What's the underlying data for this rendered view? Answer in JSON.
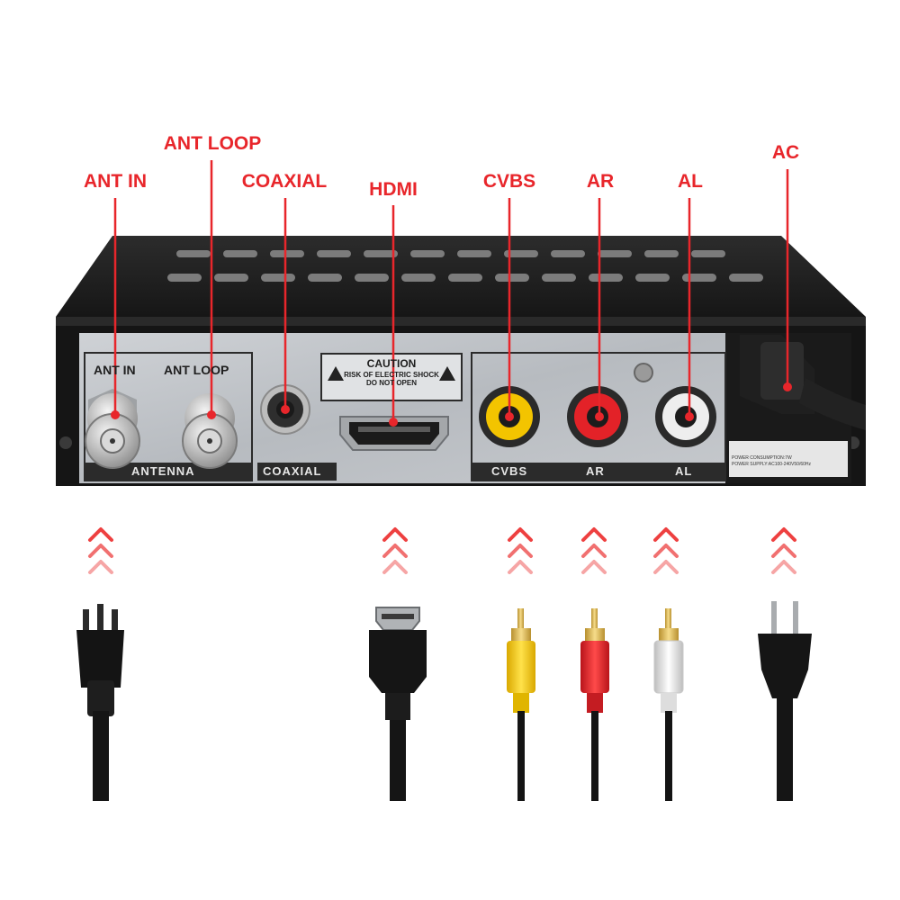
{
  "callouts": {
    "ant_in": "ANT IN",
    "ant_loop": "ANT LOOP",
    "coaxial": "COAXIAL",
    "hdmi": "HDMI",
    "cvbs": "CVBS",
    "ar": "AR",
    "al": "AL",
    "ac": "AC"
  },
  "panel": {
    "ant_in": "ANT IN",
    "ant_loop": "ANT LOOP",
    "antenna": "ANTENNA",
    "coaxial": "COAXIAL",
    "caution_title": "CAUTION",
    "caution_line1": "RISK OF ELECTRIC SHOCK",
    "caution_line2": "DO NOT OPEN",
    "cvbs": "CVBS",
    "ar": "AR",
    "al": "AL",
    "power_line1": "POWER CONSUMPTION:7W",
    "power_line2": "POWER SUPPLY:AC100-240V50/60Hz"
  },
  "colors": {
    "callout_red": "#e8262b",
    "rca_yellow": "#f3c400",
    "rca_red": "#e32228",
    "rca_white": "#eeeeee"
  },
  "cables": [
    "antenna-plug",
    "hdmi-plug",
    "rca-yellow-plug",
    "rca-red-plug",
    "rca-white-plug",
    "ac-power-plug"
  ]
}
